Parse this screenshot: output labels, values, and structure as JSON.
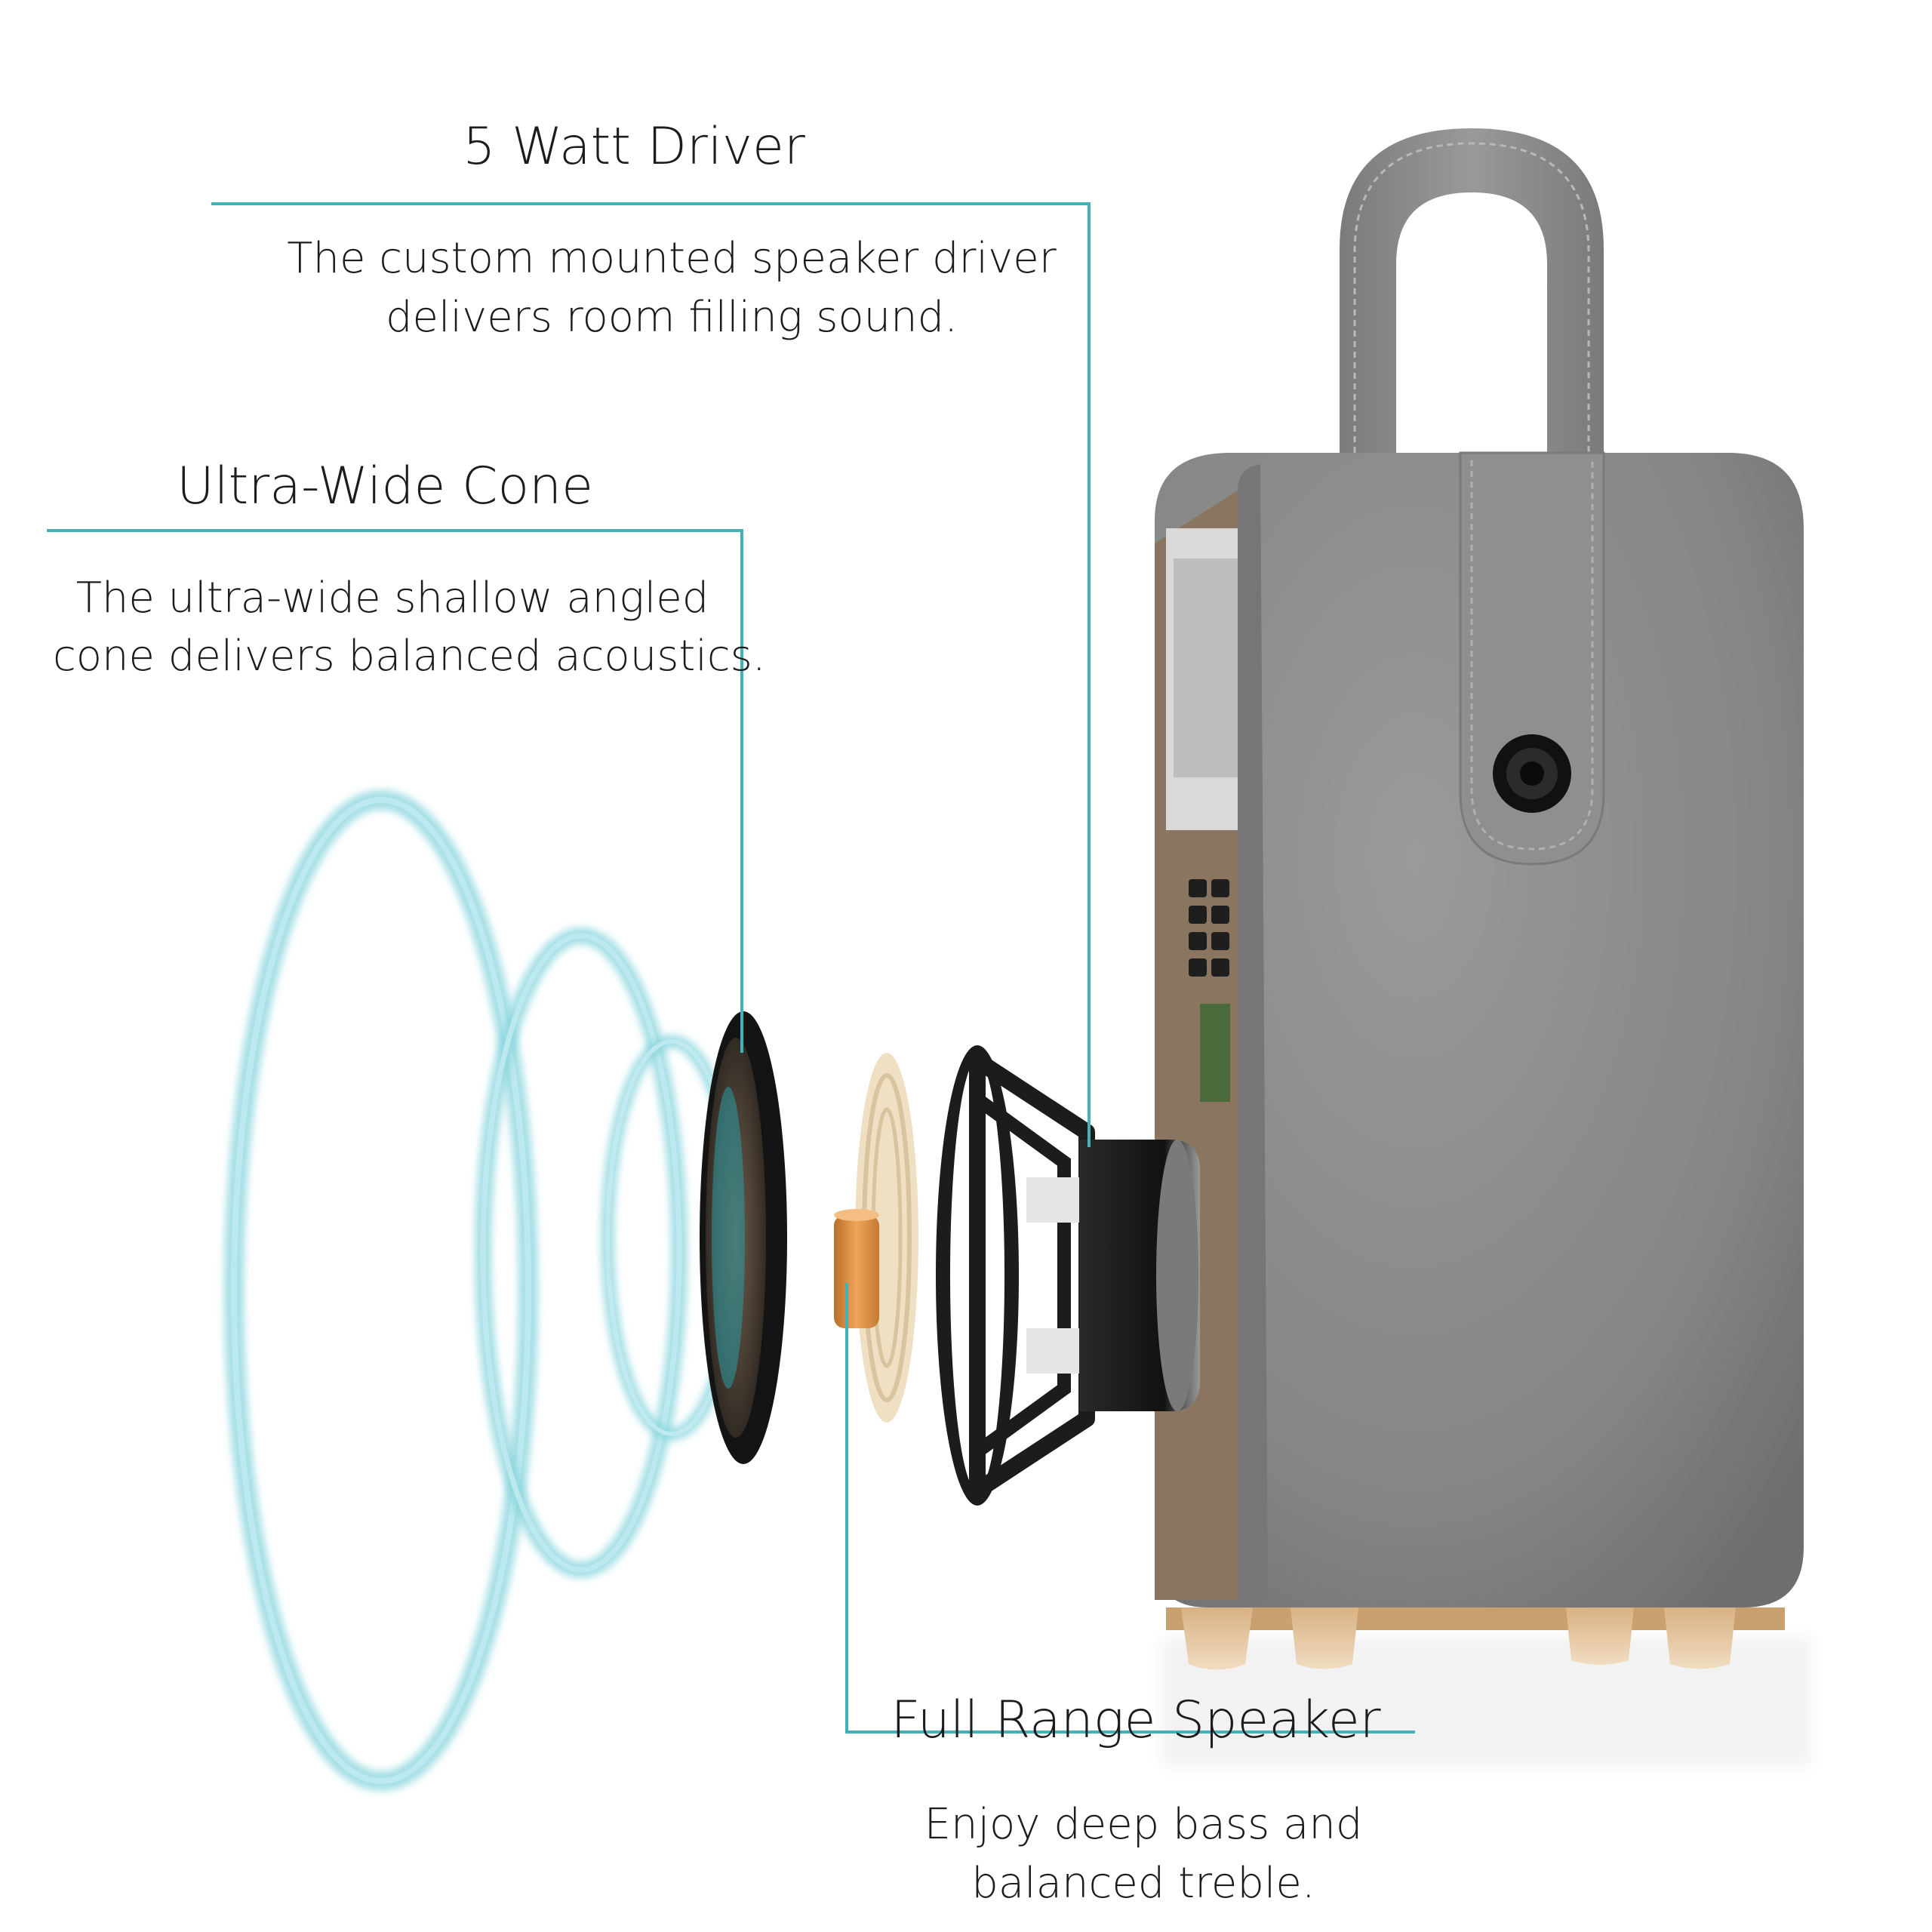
{
  "colors": {
    "leader_line": "#3fb3ba",
    "wave": "#86d4dc",
    "speaker_body": "#878787",
    "speaker_body_dark": "#6c6c6c",
    "strap": "#8e8e8e",
    "wood": "#e6c39a",
    "panel": "#8a7561",
    "driver_black": "#1b1b1b",
    "magnet_orange": "#d28a3f"
  },
  "callouts": [
    {
      "title": "5 Watt Driver",
      "desc": [
        "The custom mounted speaker driver",
        "delivers room filling sound."
      ]
    },
    {
      "title": "Ultra-Wide Cone",
      "desc": [
        "The ultra-wide shallow angled",
        "cone delivers balanced acoustics."
      ]
    },
    {
      "title": "Full Range Speaker",
      "desc": [
        "Enjoy deep bass and",
        "balanced treble."
      ]
    }
  ],
  "illustration": {
    "icons": [
      "sound-wave-icon",
      "speaker-cone-icon",
      "magnet-icon",
      "driver-basket-icon",
      "leather-strap-icon",
      "strap-button-icon"
    ]
  }
}
